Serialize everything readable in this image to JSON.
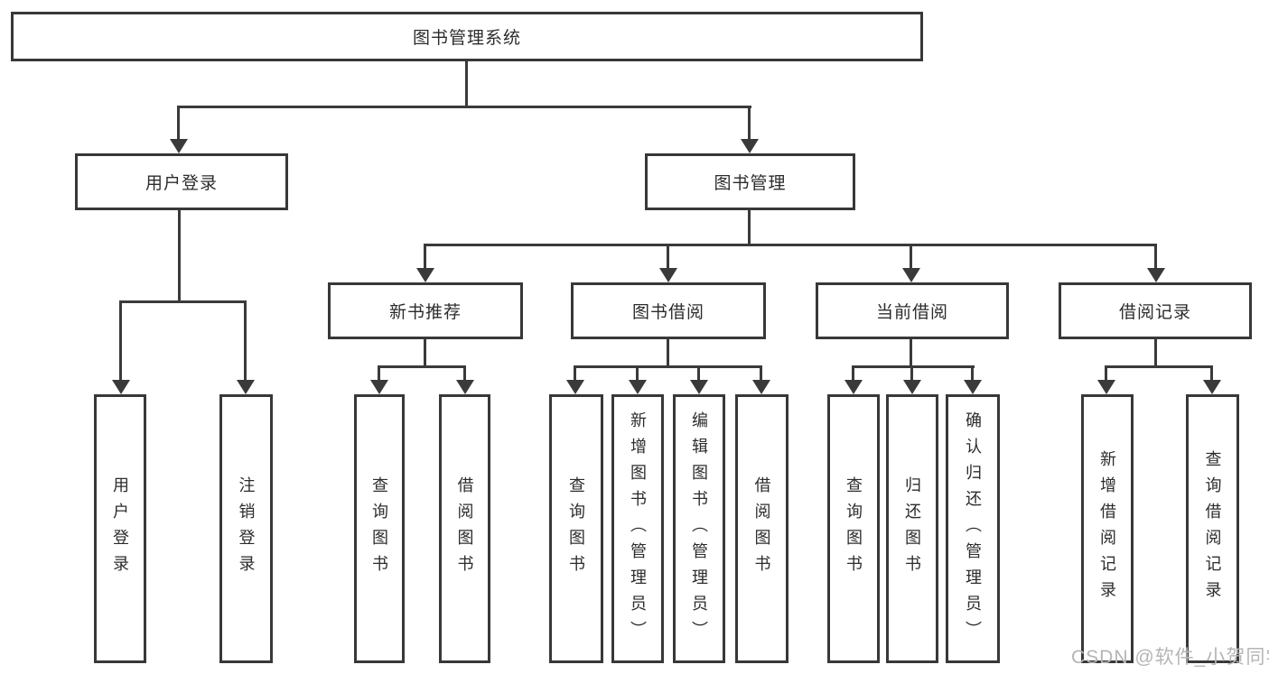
{
  "diagram": {
    "type": "hierarchy-tree",
    "orientation": "top-down"
  },
  "tree": {
    "root": {
      "label": "图书管理系统"
    },
    "branches": [
      {
        "label": "用户登录",
        "children": [
          {
            "label": "用户登录"
          },
          {
            "label": "注销登录"
          }
        ]
      },
      {
        "label": "图书管理",
        "children": [
          {
            "label": "新书推荐",
            "children": [
              {
                "label": "查询图书"
              },
              {
                "label": "借阅图书"
              }
            ]
          },
          {
            "label": "图书借阅",
            "children": [
              {
                "label": "查询图书"
              },
              {
                "label": "新增图书（管理员）"
              },
              {
                "label": "编辑图书（管理员）"
              },
              {
                "label": "借阅图书"
              }
            ]
          },
          {
            "label": "当前借阅",
            "children": [
              {
                "label": "查询图书"
              },
              {
                "label": "归还图书"
              },
              {
                "label": "确认归还（管理员）"
              }
            ]
          },
          {
            "label": "借阅记录",
            "children": [
              {
                "label": "新增借阅记录"
              },
              {
                "label": "查询借阅记录"
              }
            ]
          }
        ]
      }
    ]
  },
  "watermark": {
    "text": "CSDN @软件_小贺同学"
  },
  "colors": {
    "background": "#ffffff",
    "line": "#3a3a3a",
    "box_border": "#383838",
    "text": "#2c2c2c",
    "watermark": "#b5b5b5"
  }
}
